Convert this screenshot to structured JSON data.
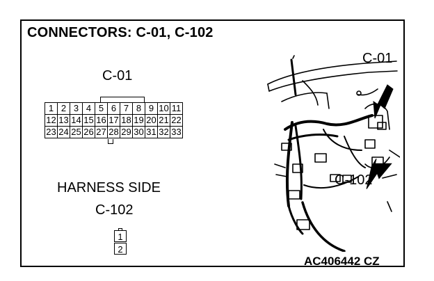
{
  "title": "CONNECTORS: C-01, C-102",
  "c01": {
    "label": "C-01",
    "rows": [
      [
        "1",
        "2",
        "3",
        "4",
        "5",
        "6",
        "7",
        "8",
        "9",
        "10",
        "11"
      ],
      [
        "12",
        "13",
        "14",
        "15",
        "16",
        "17",
        "18",
        "19",
        "20",
        "21",
        "22"
      ],
      [
        "23",
        "24",
        "25",
        "26",
        "27",
        "28",
        "29",
        "30",
        "31",
        "32",
        "33"
      ]
    ]
  },
  "harness_side": "HARNESS SIDE",
  "c102": {
    "label": "C-102",
    "pins": [
      "1",
      "2"
    ]
  },
  "illustration": {
    "callout_c01": "C-01",
    "callout_c102": "C-102"
  },
  "figure_code": "AC406442 CZ"
}
